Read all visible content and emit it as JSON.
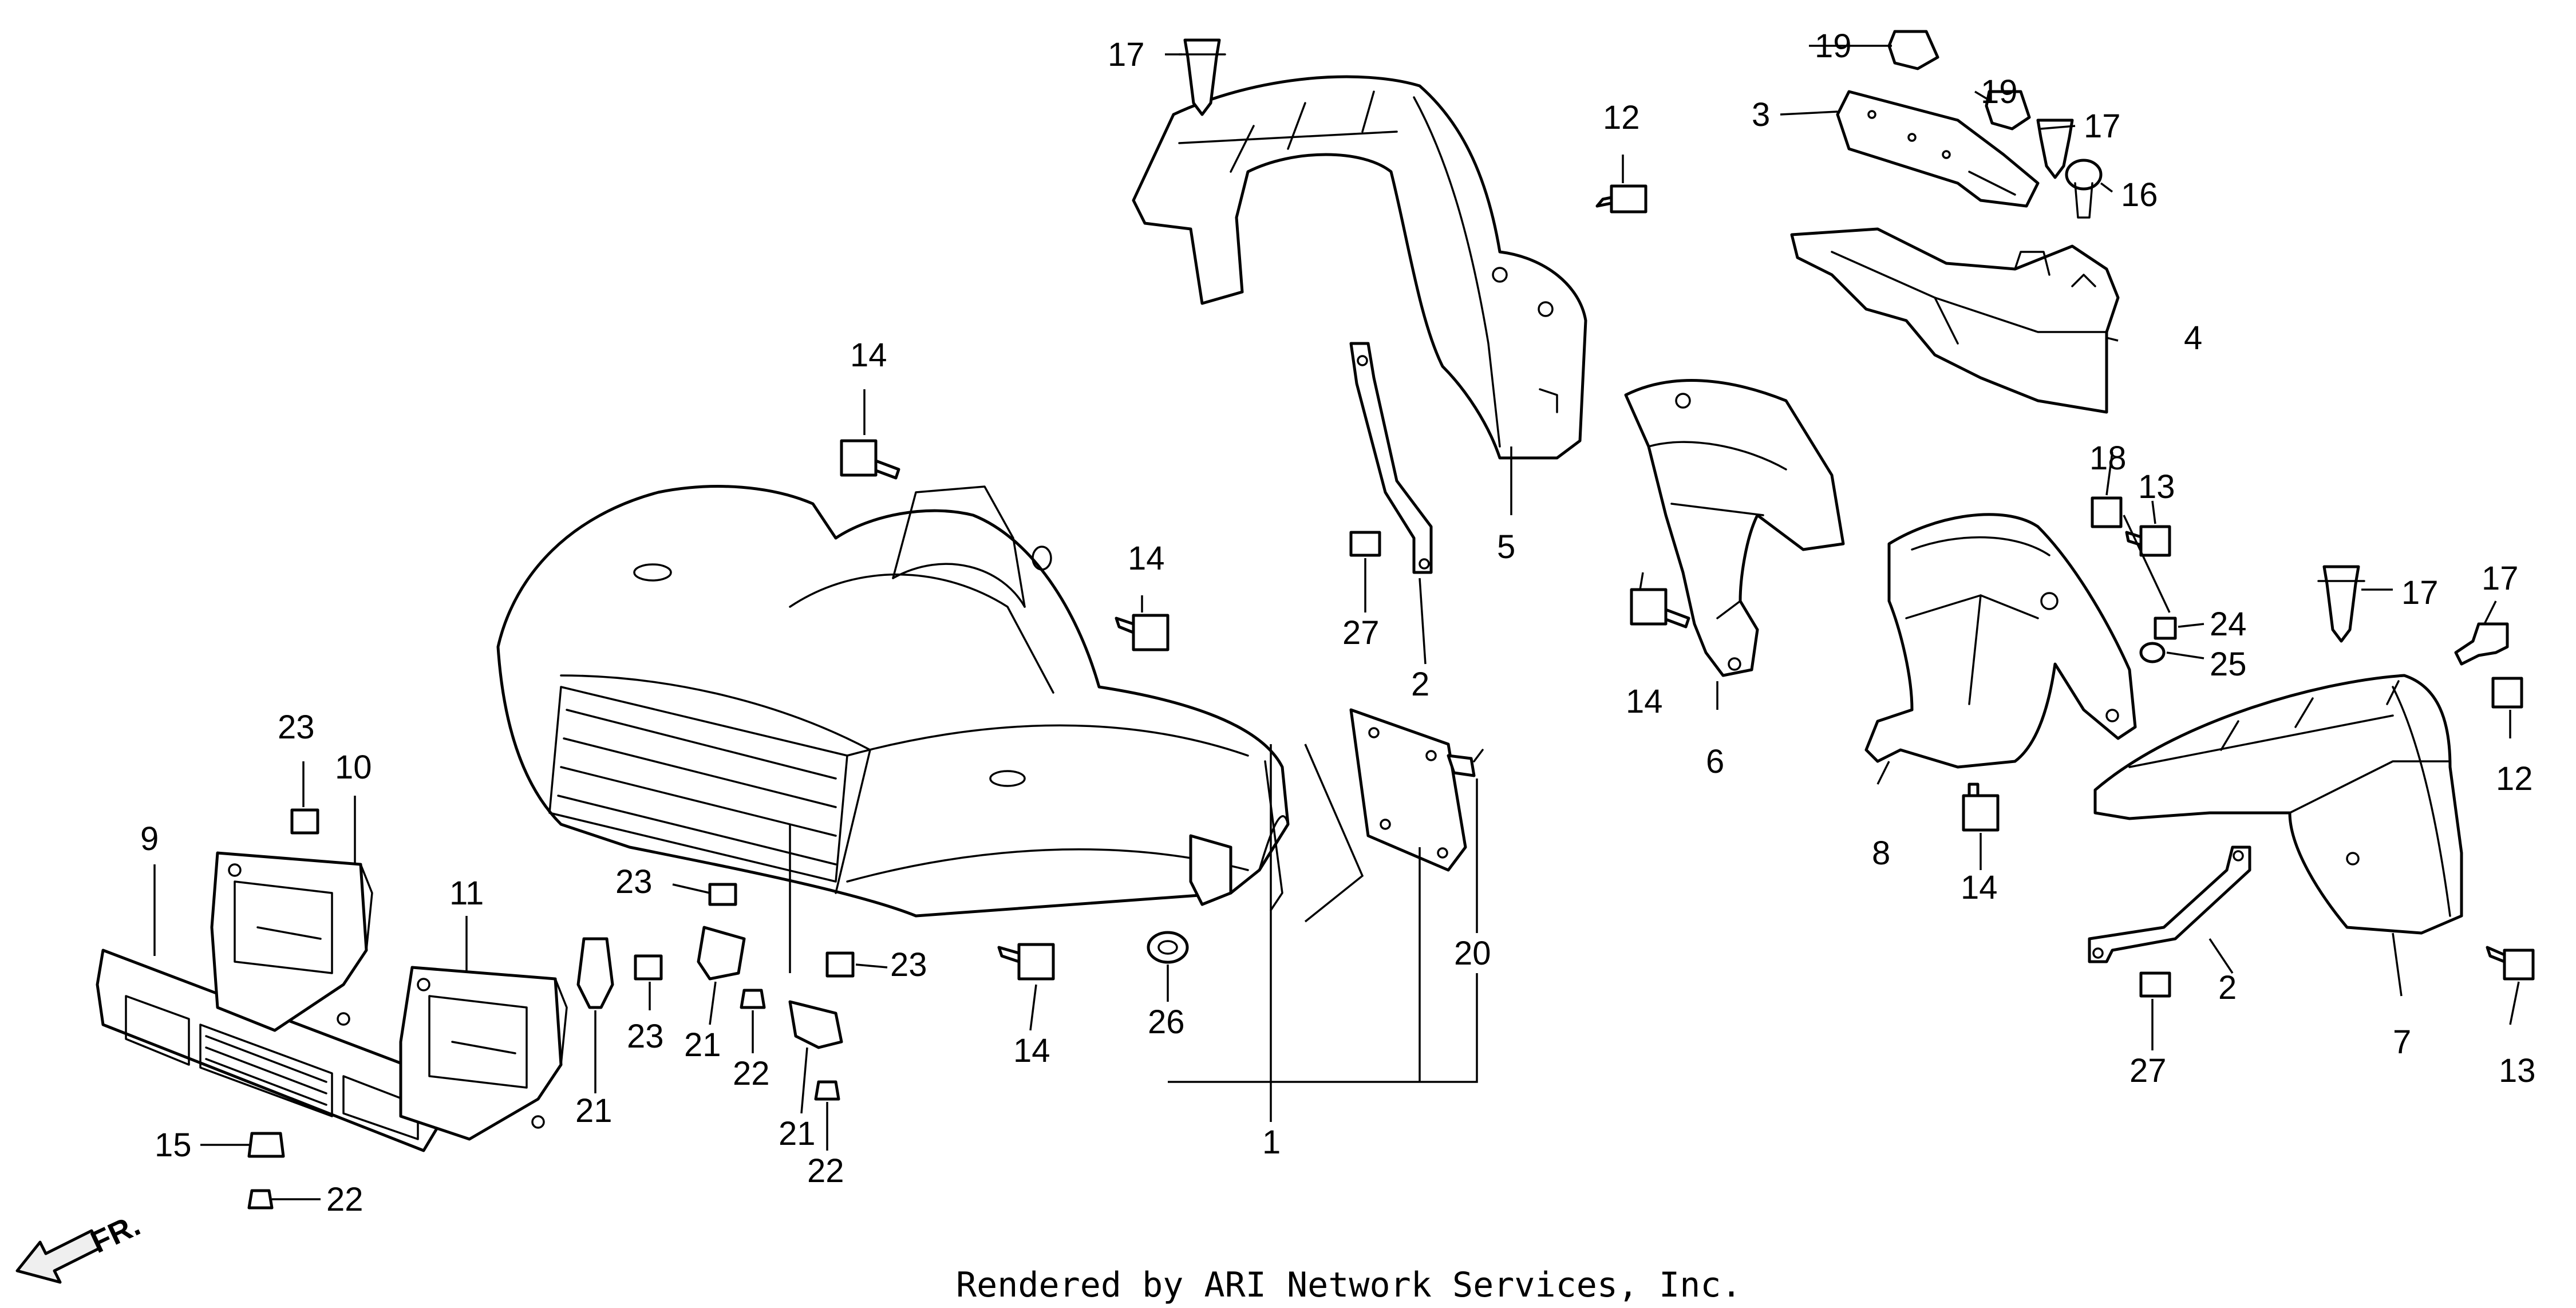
{
  "diagram": {
    "credit": "Rendered by ARI Network Services, Inc.",
    "direction_label": "FR.",
    "callouts": {
      "c1": "1",
      "c2a": "2",
      "c2b": "2",
      "c3": "3",
      "c4": "4",
      "c5": "5",
      "c6": "6",
      "c7": "7",
      "c8": "8",
      "c9": "9",
      "c10": "10",
      "c11": "11",
      "c12a": "12",
      "c12b": "12",
      "c13a": "13",
      "c13b": "13",
      "c14a": "14",
      "c14b": "14",
      "c14c": "14",
      "c14d": "14",
      "c14e": "14",
      "c15": "15",
      "c16": "16",
      "c17a": "17",
      "c17b": "17",
      "c17c": "17",
      "c17d": "17",
      "c18": "18",
      "c19a": "19",
      "c19b": "19",
      "c20": "20",
      "c21a": "21",
      "c21b": "21",
      "c21c": "21",
      "c22a": "22",
      "c22b": "22",
      "c22c": "22",
      "c23a": "23",
      "c23b": "23",
      "c23c": "23",
      "c23d": "23",
      "c24": "24",
      "c25": "25",
      "c26": "26",
      "c27a": "27",
      "c27b": "27"
    }
  }
}
